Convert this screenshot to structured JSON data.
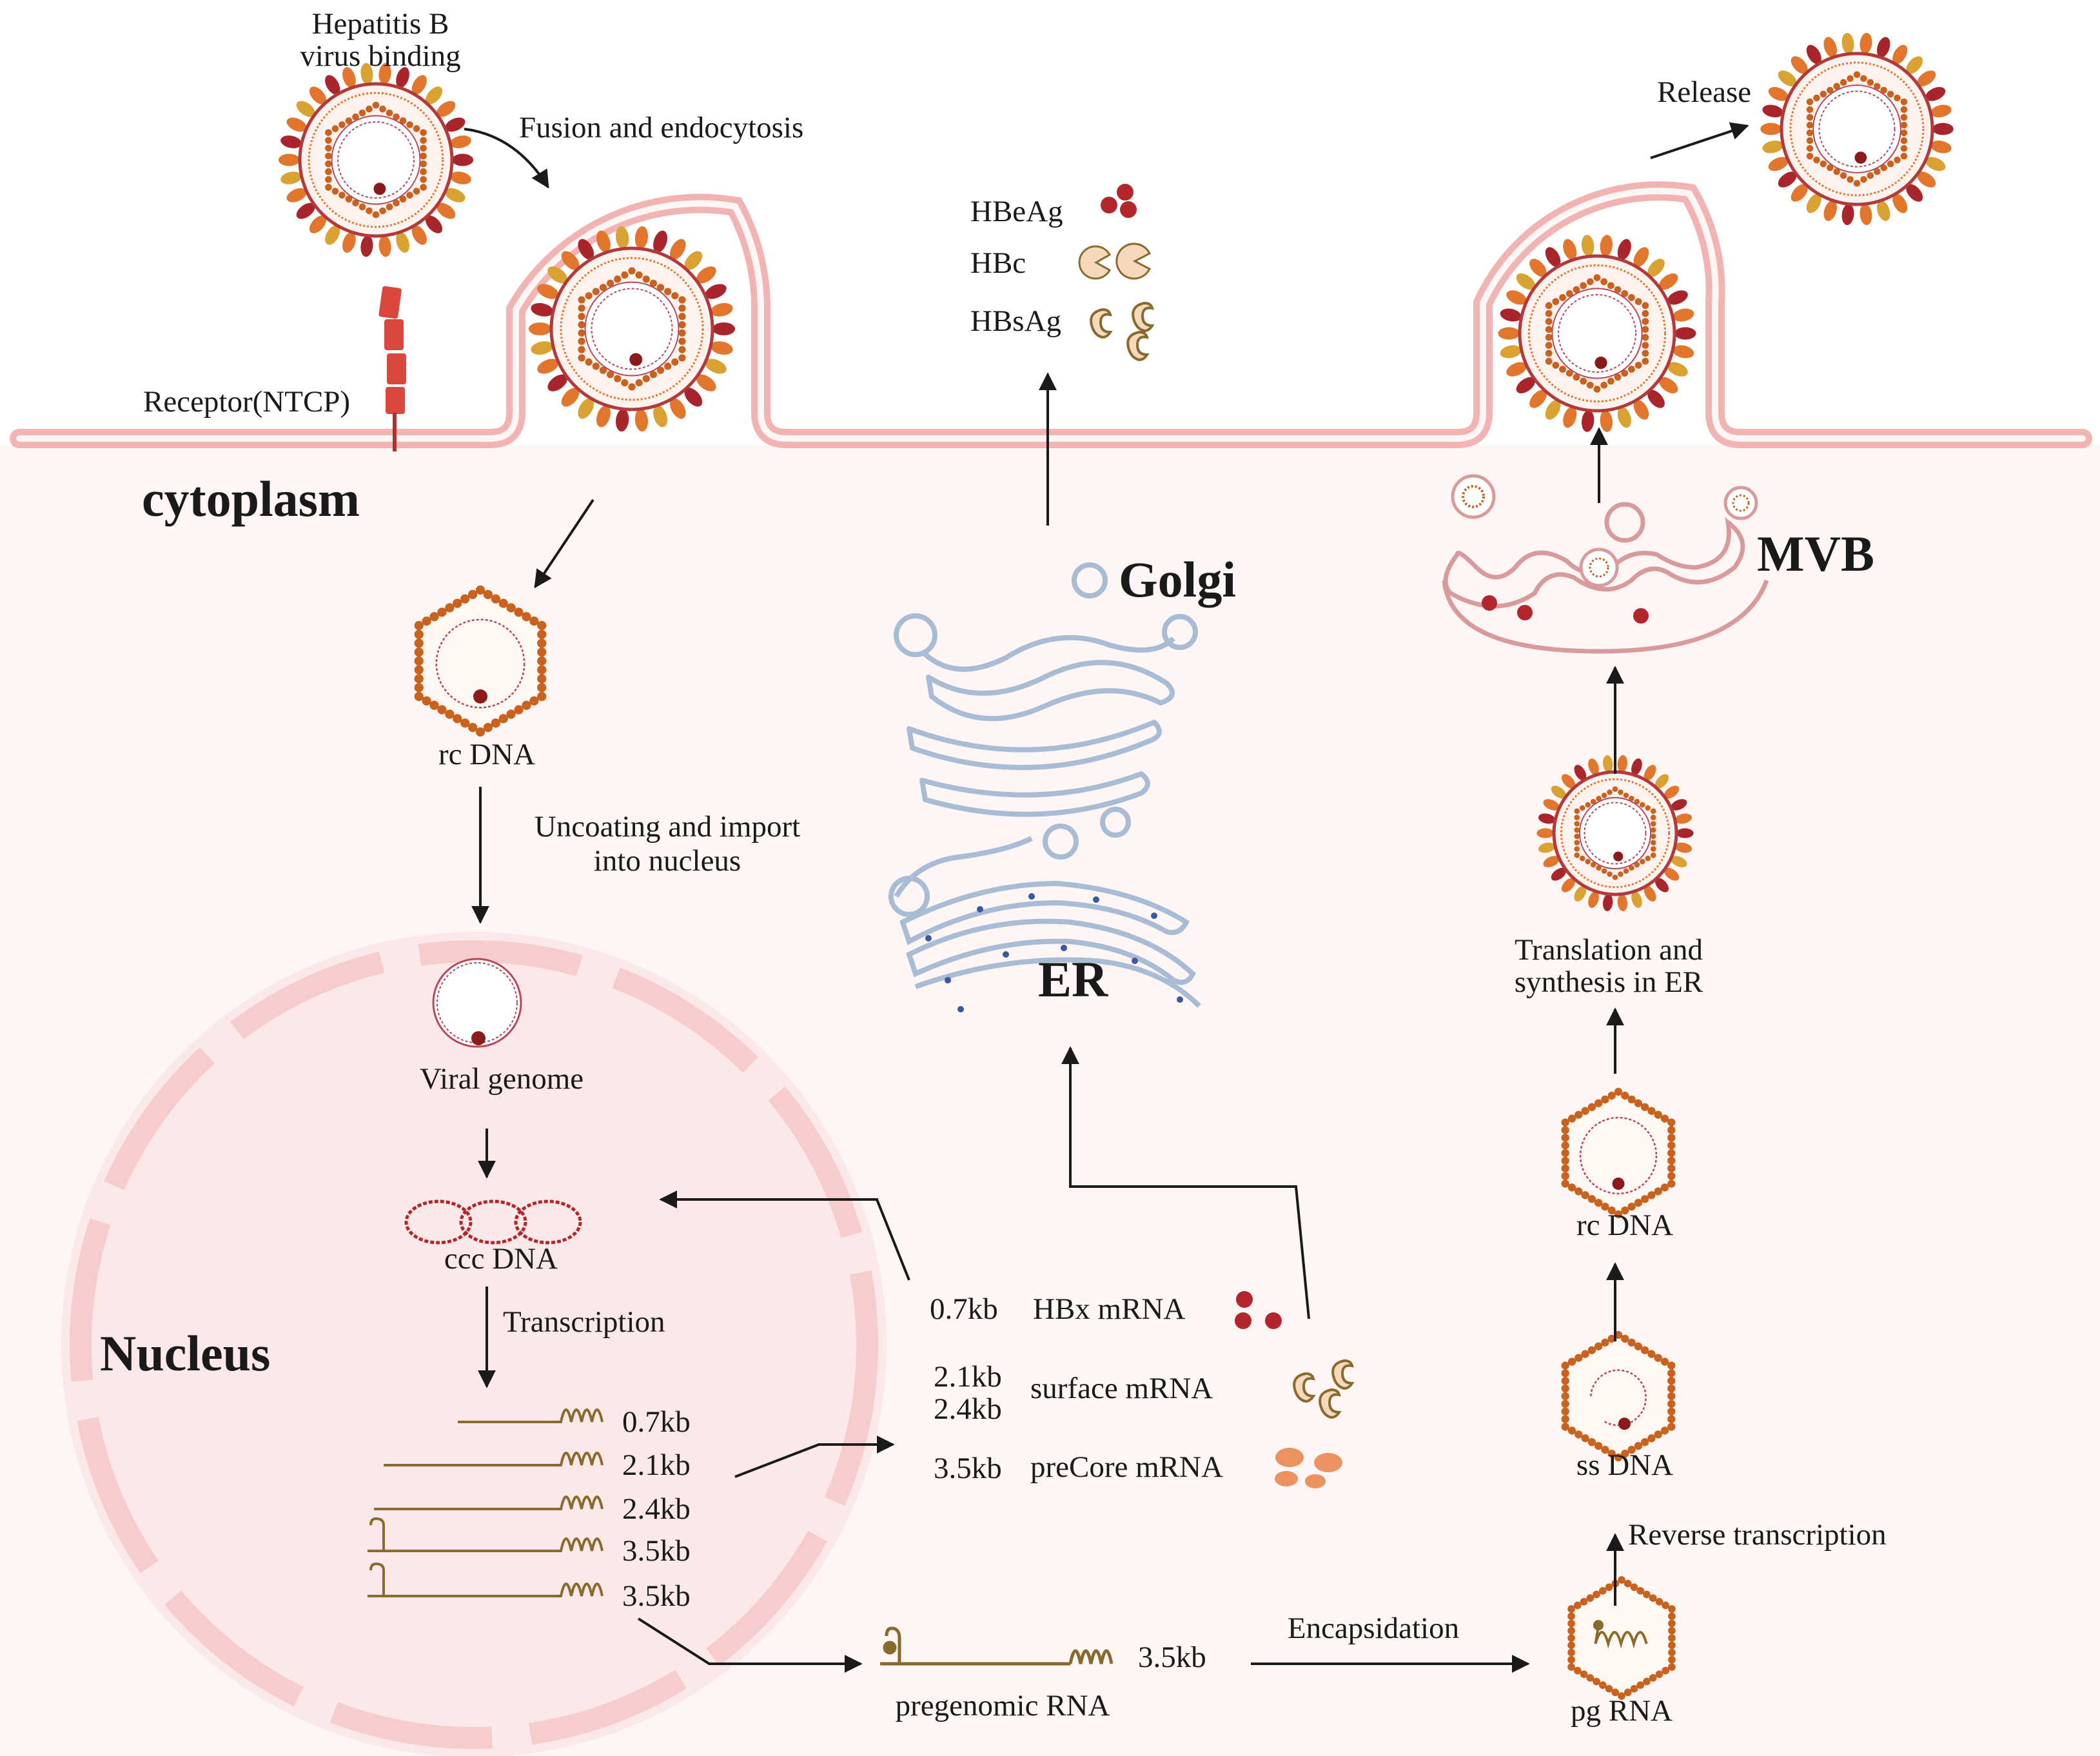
{
  "labels": {
    "hbv_binding_1": "Hepatitis B",
    "hbv_binding_2": "virus binding",
    "fusion": "Fusion and endocytosis",
    "receptor": "Receptor(NTCP)",
    "cytoplasm": "cytoplasm",
    "nucleus": "Nucleus",
    "golgi": "Golgi",
    "er": "ER",
    "mvb": "MVB",
    "release": "Release",
    "hbeag": "HBeAg",
    "hbc": "HBc",
    "hbsag": "HBsAg",
    "rc_dna_left": "rc DNA",
    "uncoating_1": "Uncoating and import",
    "uncoating_2": "into nucleus",
    "viral_genome": "Viral genome",
    "ccc_dna": "ccc DNA",
    "transcription": "Transcription",
    "translation_1": "Translation and",
    "translation_2": "synthesis in ER",
    "rc_dna_right": "rc DNA",
    "ss_dna": "ss DNA",
    "reverse_transcription": "Reverse transcription",
    "pg_rna": "pg RNA",
    "encapsidation": "Encapsidation",
    "pregenomic_rna": "pregenomic RNA",
    "pregenomic_size": "3.5kb"
  },
  "transcripts": [
    "0.7kb",
    "2.1kb",
    "2.4kb",
    "3.5kb",
    "3.5kb"
  ],
  "mrna": {
    "hbx_size": "0.7kb",
    "hbx_name": "HBx mRNA",
    "surface_size_1": "2.1kb",
    "surface_size_2": "2.4kb",
    "surface_name": "surface mRNA",
    "precore_size": "3.5kb",
    "precore_name": "preCore mRNA"
  },
  "colors": {
    "membrane": "#f2b3b3",
    "cytoplasm_bg": "#fdf6f5",
    "nucleus_fill": "#fbe3e3",
    "capsid_dot": "#c8621e",
    "envelope_red": "#a8262b",
    "envelope_orange": "#e2762c",
    "envelope_yellow": "#d9a233",
    "organelle": "#a9bcd6",
    "rna_brown": "#8a6a2c",
    "dark_red": "#8b1a1a",
    "hbc_fill": "#f5d9bd",
    "precore_fill": "#eb9360"
  }
}
